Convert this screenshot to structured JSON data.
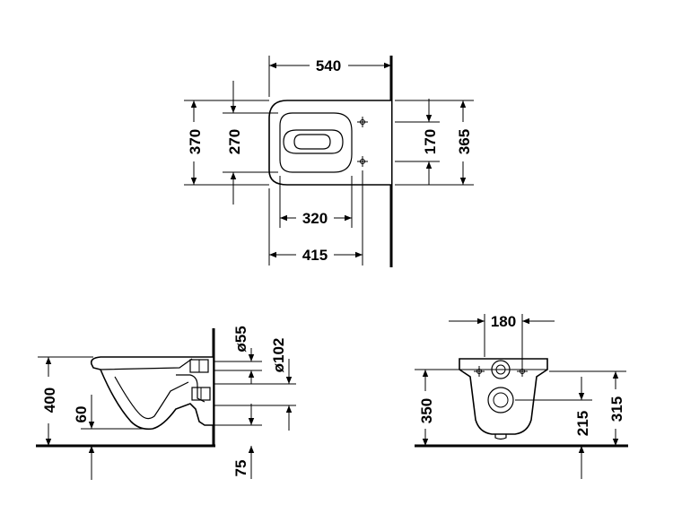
{
  "top_view": {
    "width_total": "540",
    "depth_outer": "370",
    "depth_inner": "270",
    "bowl_width": "320",
    "seat_width": "415",
    "fix_spacing": "170",
    "fix_outer": "365"
  },
  "side_view": {
    "height": "400",
    "floor_offset": "60",
    "inlet_dia": "ø55",
    "outlet_dia": "ø102",
    "bottom_gap": "75"
  },
  "front_view": {
    "width": "180",
    "height": "350",
    "fix_lower": "215",
    "fix_upper": "315"
  }
}
